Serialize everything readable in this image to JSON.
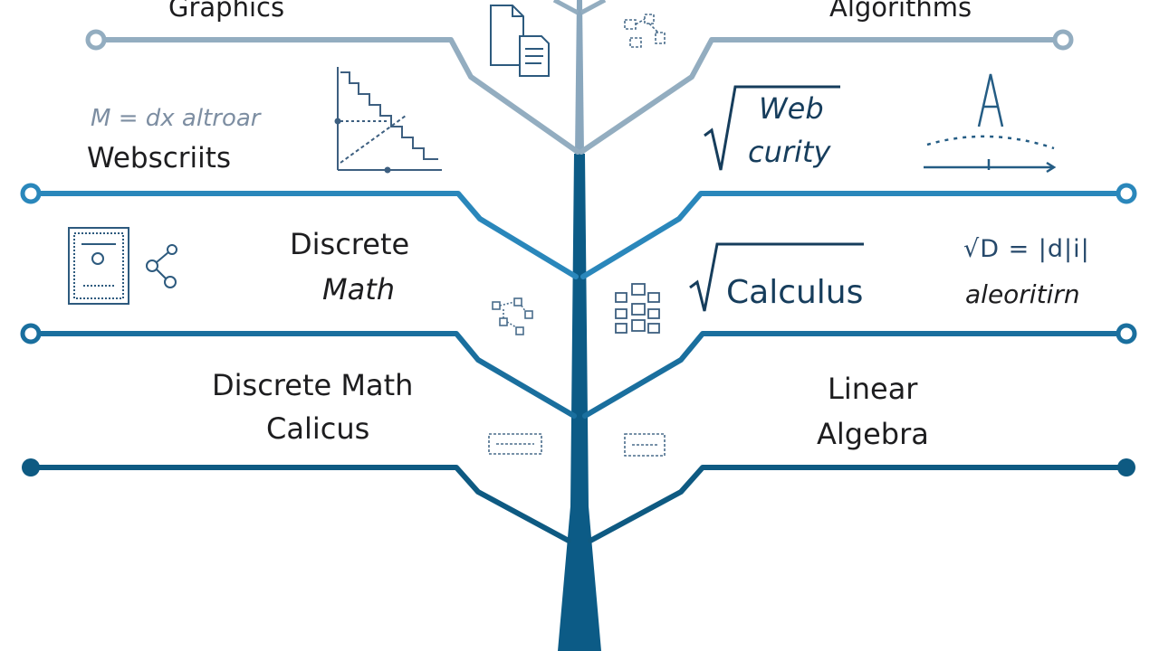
{
  "colors": {
    "trunk": "#0c5b86",
    "top_branch": "#93adc0",
    "mid_branch": "#2a87bb",
    "low_branch": "#1a6f9e",
    "bottom_branch": "#0e5a82",
    "sketch": "#3d5f80",
    "text": "#1d1d1f"
  },
  "labels": {
    "graphics": "Graphics",
    "algorithms": "Algorithms",
    "faded_formula": "M = dx altroar",
    "webscripts": "Webscriits",
    "web": "Web",
    "curity": "curity",
    "discrete_math_a": "Discrete",
    "discrete_math_b": "Math",
    "calculus": "Calculus",
    "sqrt_formula": "√D = |d|i|",
    "algorithm": "aleoritirn",
    "discrete_math_full": "Discrete Math",
    "calcus": "Calicus",
    "linear": "Linear",
    "algebra": "Algebra",
    "letter_a": "A"
  },
  "icons": [
    "document-icon",
    "scatter-nodes-icon",
    "staircase-chart-icon",
    "letter-a-axis-icon",
    "certificate-icon",
    "graph-nodes-icon",
    "network-graph-icon",
    "grid-blocks-icon",
    "formula-box-icon",
    "formula-box-icon-2",
    "sqrt-icon"
  ]
}
